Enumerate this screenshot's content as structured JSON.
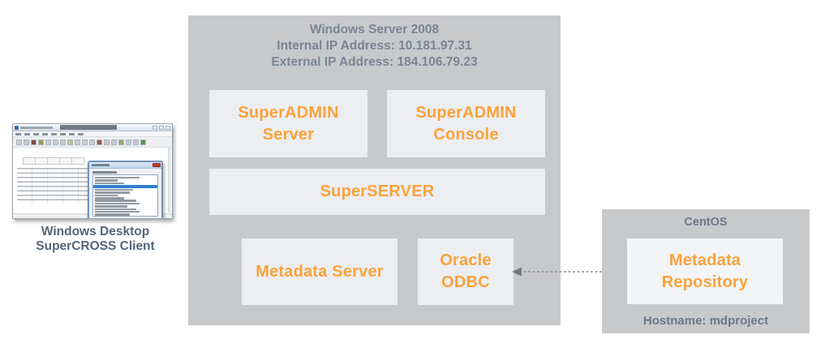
{
  "colors": {
    "container_gray": "#C8C9CB",
    "inner_box_bg": "#EDEEF1",
    "repo_box_bg": "#F3F4F6",
    "accent_orange": "#F9A23C",
    "header_slate": "#7A8694",
    "caption_slate": "#54667A",
    "centos_slate": "#6C7987",
    "selection_blue": "#2F7FD4"
  },
  "icons": {
    "client_window": [
      "app-icon",
      "minimize-icon",
      "maximize-icon",
      "close-icon",
      "dialog-close-icon"
    ],
    "connector": "bidirectional-dashed-arrow"
  },
  "client": {
    "caption_line1": "Windows Desktop",
    "caption_line2": "SuperCROSS Client"
  },
  "windows_server": {
    "title": "Windows Server 2008",
    "internal_ip": "Internal IP Address: 10.181.97.31",
    "external_ip": "External IP Address: 184.106.79.23",
    "superadmin_server_line1": "SuperADMIN",
    "superadmin_server_line2": "Server",
    "superadmin_console_line1": "SuperADMIN",
    "superadmin_console_line2": "Console",
    "superserver": "SuperSERVER",
    "metadata_server": "Metadata Server",
    "oracle_odbc_line1": "Oracle",
    "oracle_odbc_line2": "ODBC"
  },
  "centos": {
    "title": "CentOS",
    "metadata_repository_line1": "Metadata",
    "metadata_repository_line2": "Repository",
    "hostname": "Hostname: mdproject"
  }
}
